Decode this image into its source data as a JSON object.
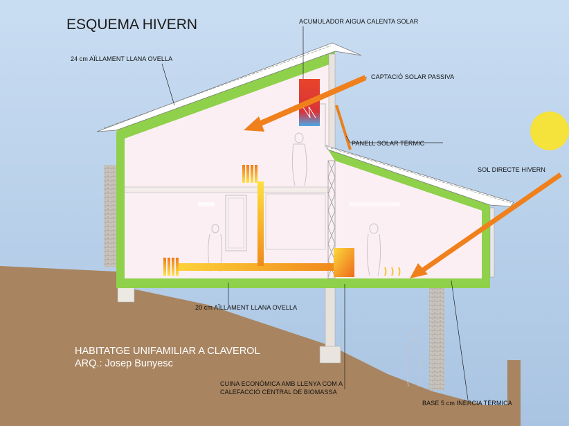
{
  "diagram": {
    "title": "ESQUEMA HIVERN",
    "labels": {
      "roof_insulation": "24 cm AÏLLAMENT LLANA OVELLA",
      "solar_accumulator": "ACUMULADOR AIGUA CALENTA SOLAR",
      "passive_capture": "CAPTACIÓ SOLAR PASSIVA",
      "thermal_panel": "PANELL SOLAR TÈRMIC",
      "direct_sun": "SOL DIRECTE HIVERN",
      "floor_insulation": "20 cm AÏLLAMENT LLANA OVELLA",
      "stove_line1": "CUINA ECONÒMICA AMB LLENYA COM A",
      "stove_line2": "CALEFACCIÓ CENTRAL DE BIOMASSA",
      "thermal_base": "BASE 5 cm INÈRCIA TÈRMICA"
    },
    "project": {
      "name": "HABITATGE UNIFAMILIAR A CLAVEROL",
      "architect": "ARQ.: Josep Bunyesc"
    },
    "colors": {
      "sky": "#bcd4ec",
      "ground": "#a88460",
      "insulation": "#8fd14a",
      "interior": "#fbeff3",
      "sun": "#f5e23a",
      "arrow": "#f0801c",
      "accumulator": "#e8442a",
      "heat": "#f7c21e"
    }
  }
}
